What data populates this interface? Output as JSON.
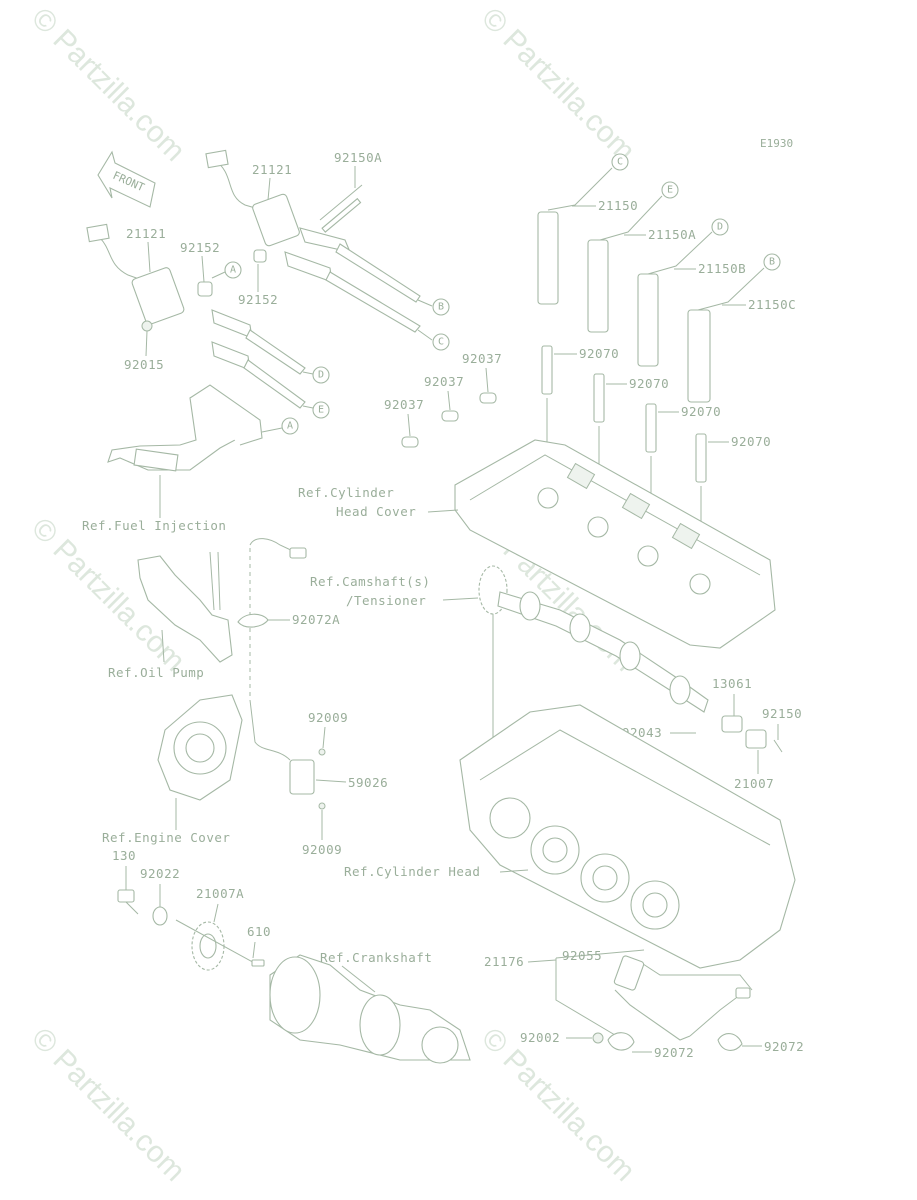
{
  "watermark": "© Partzilla.com",
  "diagram_code": "E1930",
  "front_label": "FRONT",
  "callouts": {
    "A": "A",
    "B": "B",
    "C": "C",
    "D": "D",
    "E": "E"
  },
  "parts": {
    "p21121_upper": "21121",
    "p21121_lower": "21121",
    "p92150A": "92150A",
    "p92152_a": "92152",
    "p92152_b": "92152",
    "p92015": "92015",
    "p21150": "21150",
    "p21150A": "21150A",
    "p21150B": "21150B",
    "p21150C": "21150C",
    "p92070_1": "92070",
    "p92070_2": "92070",
    "p92070_3": "92070",
    "p92070_4": "92070",
    "p92037_1": "92037",
    "p92037_2": "92037",
    "p92037_3": "92037",
    "p92072A": "92072A",
    "p13061": "13061",
    "p92150": "92150",
    "p92043": "92043",
    "p21007": "21007",
    "p92009_1": "92009",
    "p92009_2": "92009",
    "p59026": "59026",
    "p130": "130",
    "p92022": "92022",
    "p21007A": "21007A",
    "p610": "610",
    "p21176": "21176",
    "p92055": "92055",
    "p92002": "92002",
    "p92072_1": "92072",
    "p92072_2": "92072"
  },
  "refs": {
    "fuel_injection": "Ref.Fuel Injection",
    "cyl_cover_1": "Ref.Cylinder",
    "cyl_cover_2": "Head Cover",
    "camshaft_1": "Ref.Camshaft(s)",
    "camshaft_2": "/Tensioner",
    "oil_pump": "Ref.Oil Pump",
    "engine_cover": "Ref.Engine Cover",
    "cylinder_head": "Ref.Cylinder Head",
    "crankshaft": "Ref.Crankshaft"
  }
}
